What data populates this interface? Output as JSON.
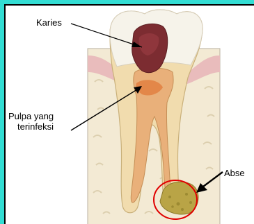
{
  "labels": {
    "karies": "Karies",
    "pulpa_line1": "Pulpa yang",
    "pulpa_line2": "terinfeksi",
    "abses": "Abse"
  },
  "colors": {
    "background": "#33ddd3",
    "enamel": "#f4f1e6",
    "dentin": "#f0d9a8",
    "pulp": "#e8b27a",
    "infected_pulp": "#d99a5a",
    "caries": "#7a2b2e",
    "gum": "#e6b8b8",
    "bone": "#efe4c8",
    "abscess": "#b8a040",
    "abscess_circle": "#e00000"
  }
}
